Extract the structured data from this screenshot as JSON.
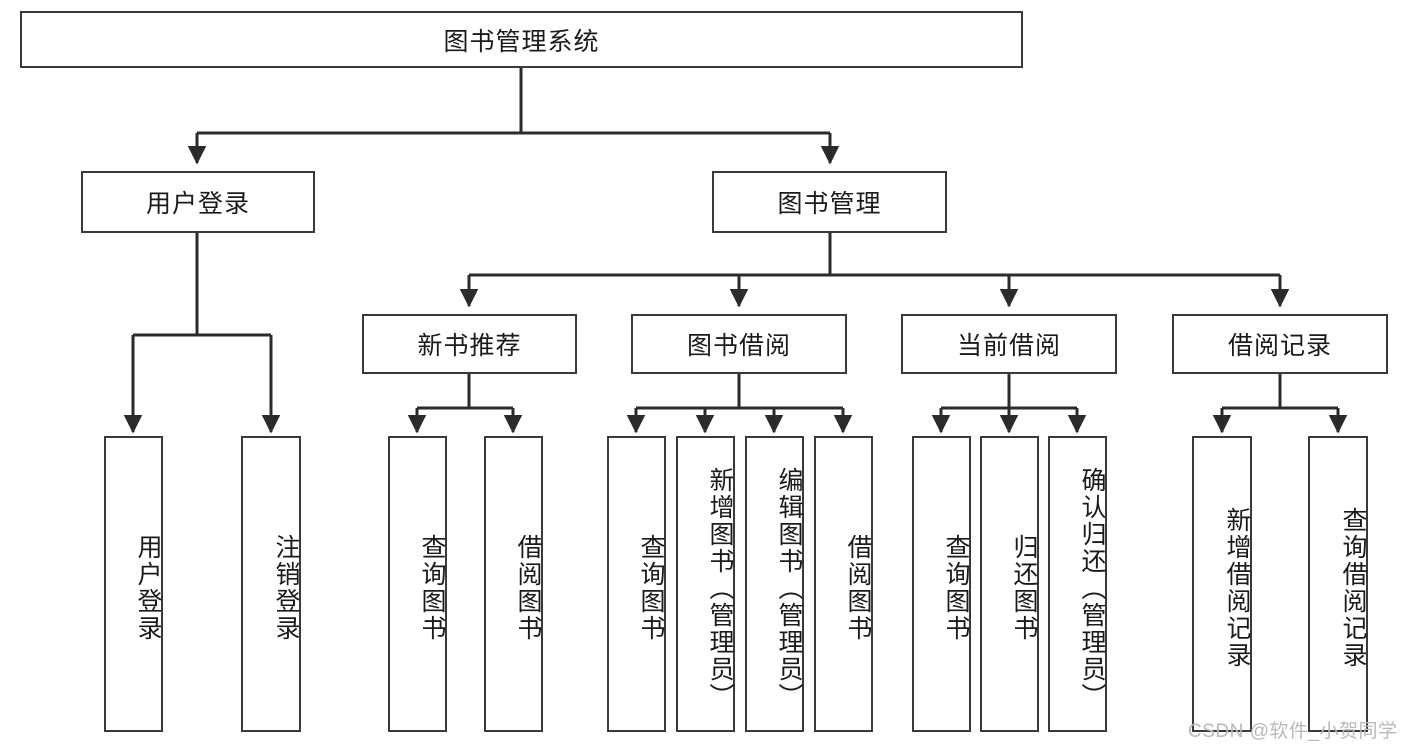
{
  "diagram": {
    "title_node": {
      "label": "图书管理系统"
    },
    "level1": [
      {
        "id": "user-login",
        "label": "用户登录"
      },
      {
        "id": "book-manage",
        "label": "图书管理"
      }
    ],
    "level2": [
      {
        "id": "new-book-recommend",
        "label": "新书推荐"
      },
      {
        "id": "book-borrow",
        "label": "图书借阅"
      },
      {
        "id": "current-borrow",
        "label": "当前借阅"
      },
      {
        "id": "borrow-record",
        "label": "借阅记录"
      }
    ],
    "leaves": {
      "user_login": [
        {
          "id": "leaf-user-login",
          "label": "用户登录"
        },
        {
          "id": "leaf-logout-login",
          "label": "注销登录"
        }
      ],
      "new_book_recommend": [
        {
          "id": "leaf-query-book-1",
          "label": "查询图书"
        },
        {
          "id": "leaf-borrow-book-1",
          "label": "借阅图书"
        }
      ],
      "book_borrow": [
        {
          "id": "leaf-query-book-2",
          "label": "查询图书"
        },
        {
          "id": "leaf-add-book",
          "label": "新增图书（管理员）"
        },
        {
          "id": "leaf-edit-book",
          "label": "编辑图书（管理员）"
        },
        {
          "id": "leaf-borrow-book-2",
          "label": "借阅图书"
        }
      ],
      "current_borrow": [
        {
          "id": "leaf-query-book-3",
          "label": "查询图书"
        },
        {
          "id": "leaf-return-book",
          "label": "归还图书"
        },
        {
          "id": "leaf-confirm-return",
          "label": "确认归还（管理员）"
        }
      ],
      "borrow_record": [
        {
          "id": "leaf-add-record",
          "label": "新增借阅记录"
        },
        {
          "id": "leaf-query-record",
          "label": "查询借阅记录"
        }
      ]
    },
    "watermark": "CSDN @软件_小贺同学",
    "colors": {
      "border": "#3a3a3a",
      "background": "#ffffff",
      "text": "#1b1b1b",
      "watermark": "#b9b9b9"
    }
  }
}
